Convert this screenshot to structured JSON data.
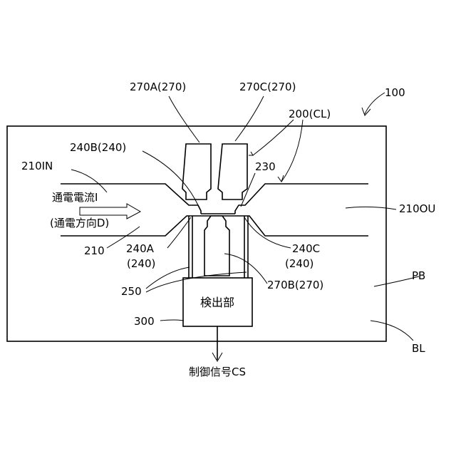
{
  "labels": {
    "sensor": "100",
    "conductor_cl": "200(CL)",
    "p270a": "270A(270)",
    "p270c": "270C(270)",
    "p240b": "240B(240)",
    "p210in": "210IN",
    "p230": "230",
    "current_line1": "通電電流I",
    "current_line2": "(通電方向D)",
    "p210ou": "210OU",
    "p210": "210",
    "p240a_1": "240A",
    "p240a_2": "(240)",
    "p240c_1": "240C",
    "p240c_2": "(240)",
    "pb": "PB",
    "p250": "250",
    "p270b": "270B(270)",
    "detector": "検出部",
    "p300": "300",
    "bl": "BL",
    "control_signal": "制御信号CS"
  }
}
